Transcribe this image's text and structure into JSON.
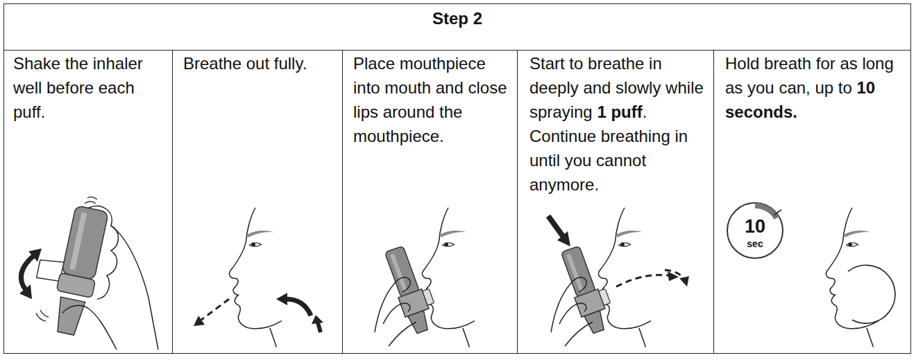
{
  "diagram": {
    "title": "Step 2",
    "nodes": [
      {
        "text": [
          "Shake the inhaler well before each puff."
        ]
      },
      {
        "text": [
          "Breathe out fully."
        ]
      },
      {
        "text": [
          "Place mouthpiece into mouth and close lips around the mouthpiece."
        ]
      },
      {
        "text": [
          "Start to breathe in deeply and slowly while spraying 1 puff. Continue breathing in until you cannot anymore."
        ]
      },
      {
        "text": [
          "Hold breath for as long as you can, up to 10 seconds."
        ]
      }
    ],
    "labels": [
      "10",
      "sec"
    ]
  }
}
